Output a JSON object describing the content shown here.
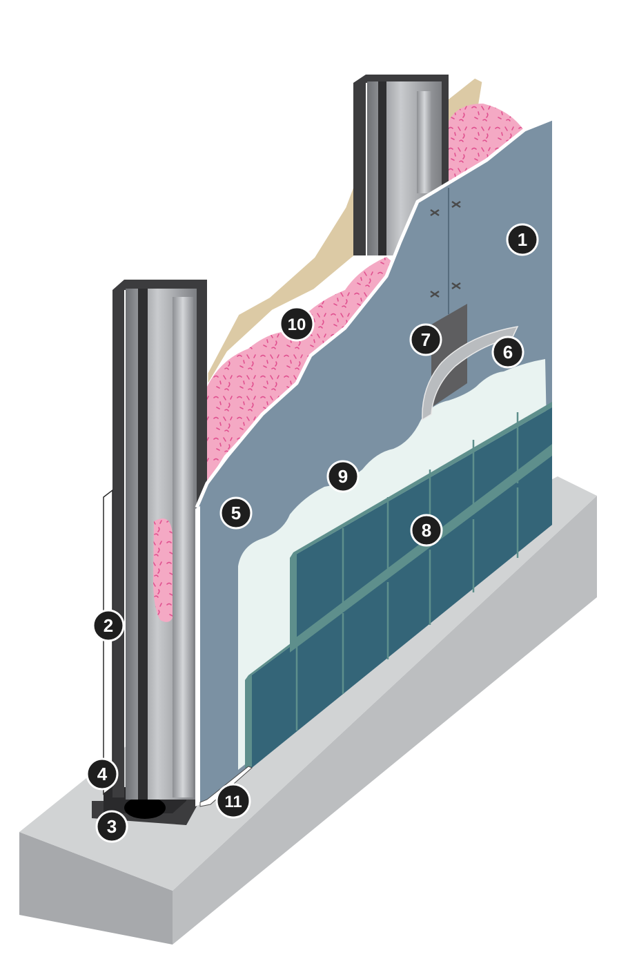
{
  "callouts": [
    {
      "id": "1",
      "label": "1"
    },
    {
      "id": "2",
      "label": "2"
    },
    {
      "id": "3",
      "label": "3"
    },
    {
      "id": "4",
      "label": "4"
    },
    {
      "id": "5",
      "label": "5"
    },
    {
      "id": "6",
      "label": "6"
    },
    {
      "id": "7",
      "label": "7"
    },
    {
      "id": "8",
      "label": "8"
    },
    {
      "id": "9",
      "label": "9"
    },
    {
      "id": "10",
      "label": "10"
    },
    {
      "id": "11",
      "label": "11"
    }
  ],
  "colors": {
    "concrete_top": "#d1d3d4",
    "concrete_front": "#a7a9ac",
    "concrete_side": "#bcbec0",
    "board": "#7b91a3",
    "tile": "#346578",
    "grout": "#5e8f8c",
    "insulation": "#f4a9c4",
    "insulation_fleck": "#e0508f",
    "backing_paper": "#dccaa5",
    "membrane": "#e9f3f1",
    "stud_dark": "#3c3c3e",
    "stud_light": "#b8babd",
    "callout_fill": "#1e1e1e"
  }
}
